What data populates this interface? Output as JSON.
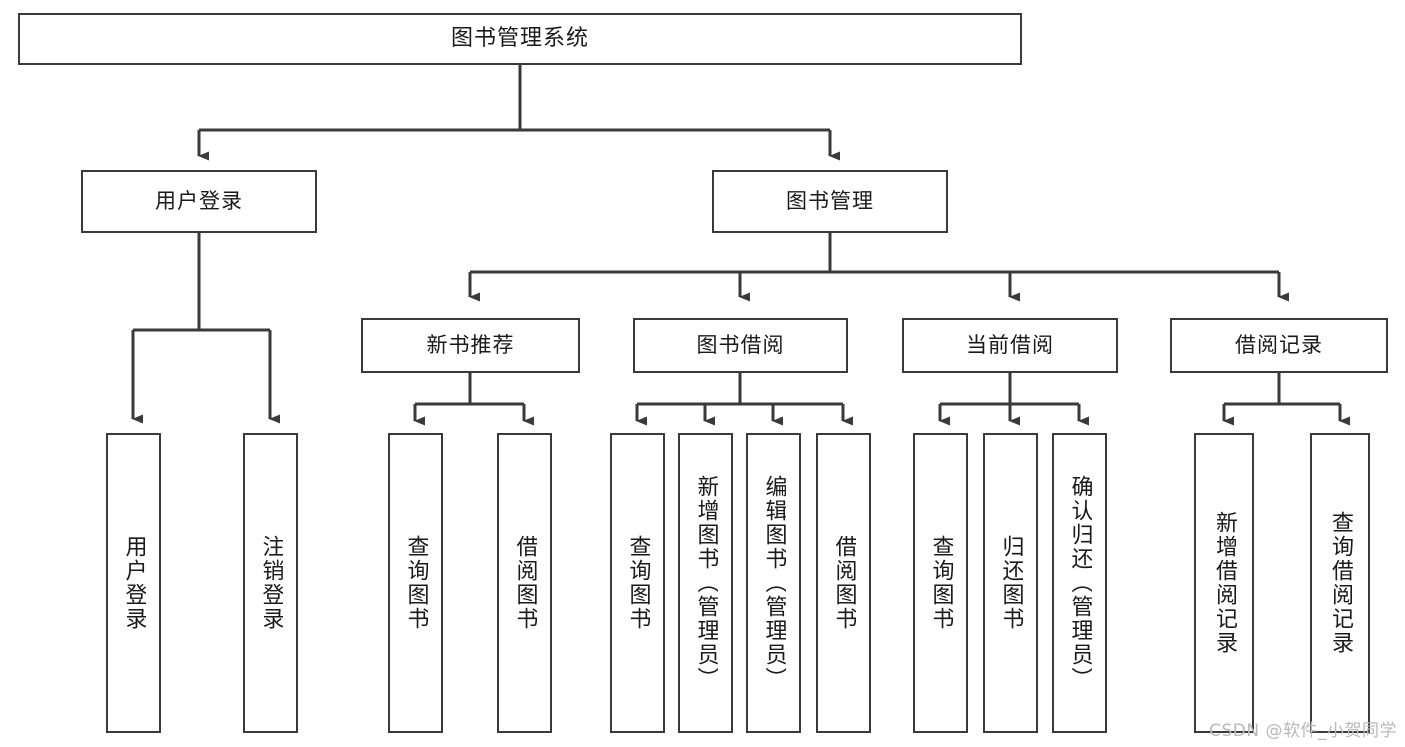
{
  "diagram": {
    "type": "tree",
    "title": "图书管理系统",
    "orientation": "top-down",
    "colors": {
      "box_border": "#3a3a3a",
      "box_fill": "#ffffff",
      "connector": "#3a3a3a",
      "text": "#1a1a1a",
      "watermark": "#b9b9b9",
      "background": "#ffffff"
    },
    "root": {
      "label": "图书管理系统"
    },
    "level2": [
      {
        "label": "用户登录"
      },
      {
        "label": "图书管理"
      }
    ],
    "level3": [
      {
        "label": "新书推荐"
      },
      {
        "label": "图书借阅"
      },
      {
        "label": "当前借阅"
      },
      {
        "label": "借阅记录"
      }
    ],
    "leaves": {
      "user_login": [
        {
          "label": "用户登录"
        },
        {
          "label": "注销登录"
        }
      ],
      "new_book_recommend": [
        {
          "label": "查询图书"
        },
        {
          "label": "借阅图书"
        }
      ],
      "book_borrow": [
        {
          "label": "查询图书"
        },
        {
          "label": "新增图书（管理员）"
        },
        {
          "label": "编辑图书（管理员）"
        },
        {
          "label": "借阅图书"
        }
      ],
      "current_borrow": [
        {
          "label": "查询图书"
        },
        {
          "label": "归还图书"
        },
        {
          "label": "确认归还（管理员）"
        }
      ],
      "borrow_record": [
        {
          "label": "新增借阅记录"
        },
        {
          "label": "查询借阅记录"
        }
      ]
    }
  },
  "watermark": {
    "text": "CSDN @软件_小贺同学"
  }
}
